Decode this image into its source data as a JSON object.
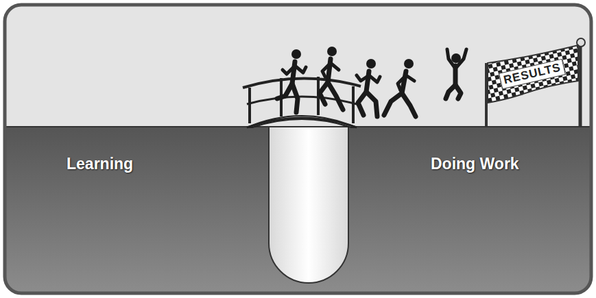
{
  "diagram": {
    "labels": [
      "Learning",
      "Doing Work",
      "RESULTS"
    ]
  }
}
